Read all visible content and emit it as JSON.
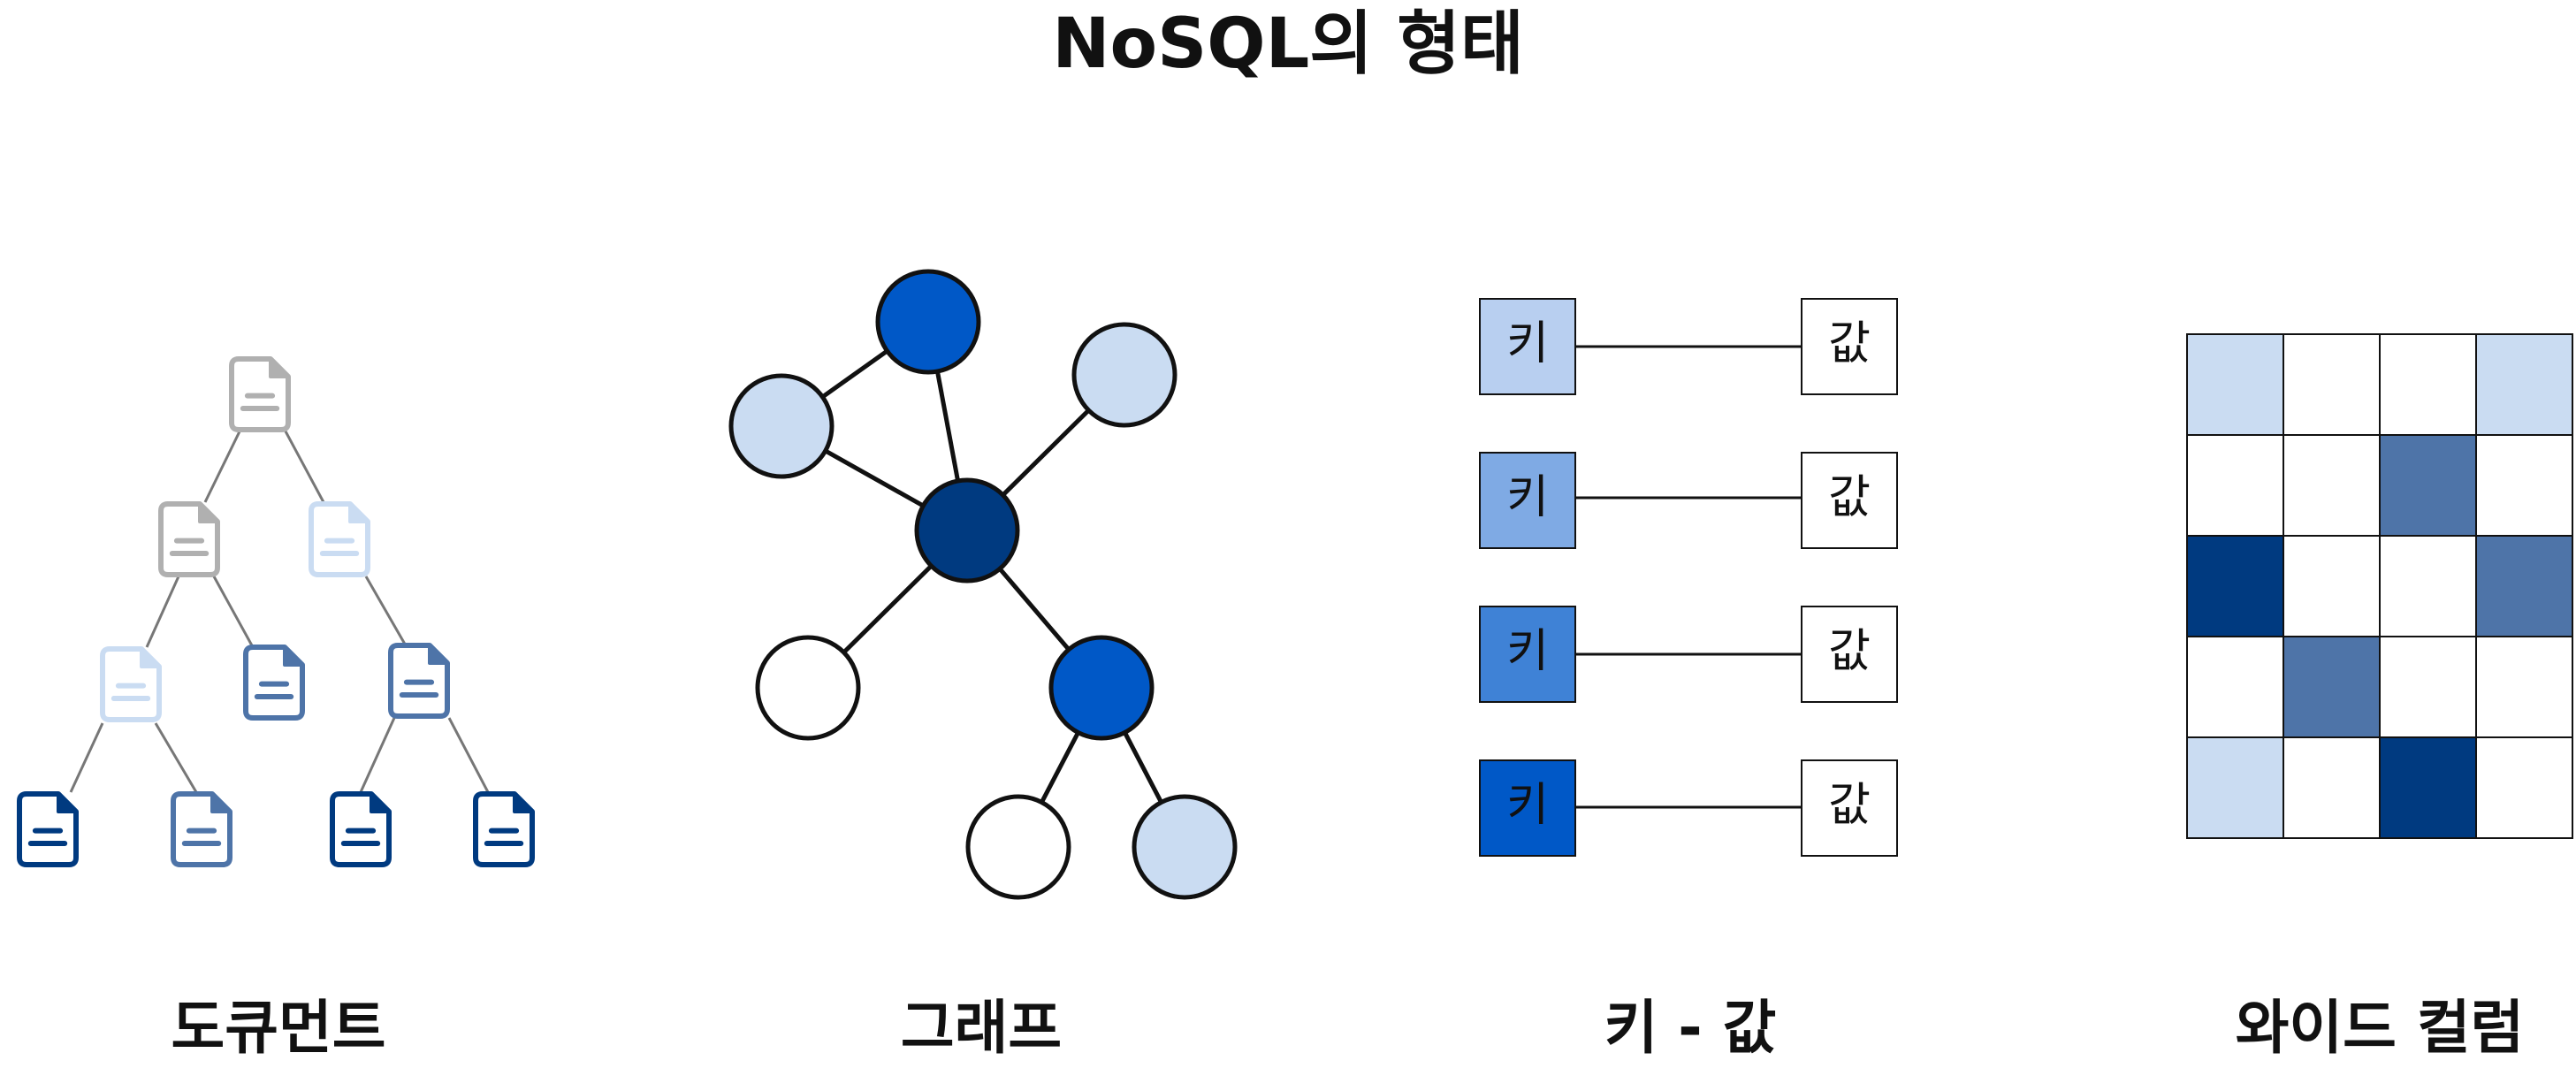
{
  "title": "NoSQL의 형태",
  "sections": {
    "document": {
      "label": "도큐먼트"
    },
    "graph": {
      "label": "그래프"
    },
    "key_value": {
      "label": "키 - 값",
      "key_text": "키",
      "value_text": "값"
    },
    "wide_column": {
      "label": "와이드 컬럼"
    }
  },
  "colors": {
    "gray": "#b0b0b0",
    "light_blue": "#cadcf2",
    "mid_blue": "#4e74a8",
    "bright_blue": "#0058c7",
    "dark_blue": "#003a80",
    "key_shades": [
      "#b8cff0",
      "#7faae4",
      "#3f82d6",
      "#0058c7"
    ]
  }
}
